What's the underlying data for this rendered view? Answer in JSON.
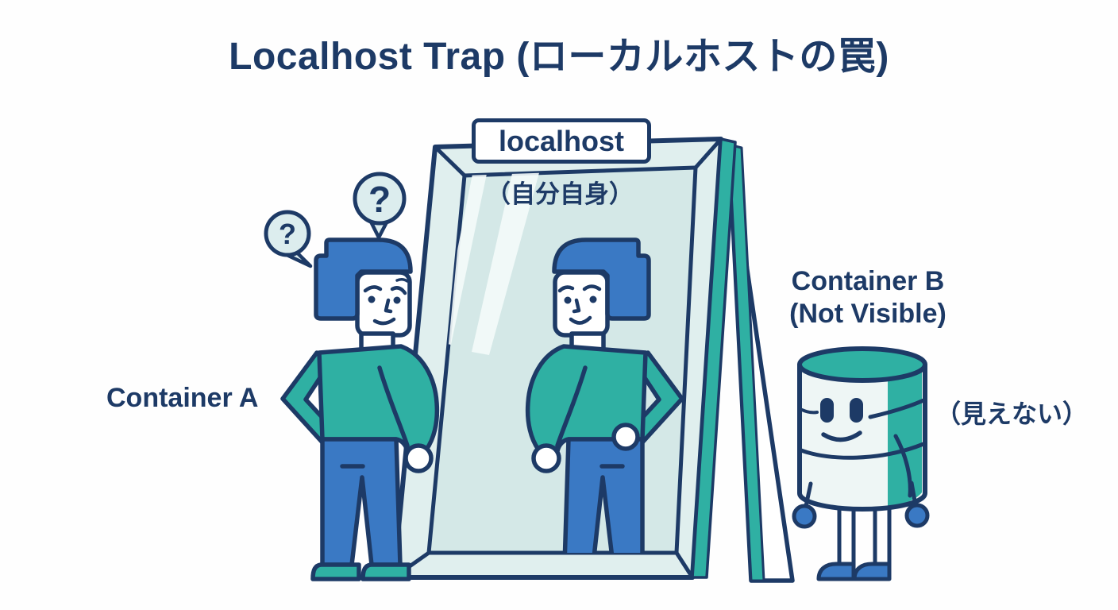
{
  "title": "Localhost Trap (ローカルホストの罠)",
  "mirror": {
    "label": "localhost",
    "inner_caption": "（自分自身）"
  },
  "container_a": {
    "label": "Container A",
    "thought_small": "?",
    "thought_large": "?"
  },
  "container_b": {
    "name": "Container B",
    "status": "(Not Visible)",
    "caption_jp": "（見えない）"
  },
  "palette": {
    "navy": "#1d3a66",
    "blue": "#3a79c4",
    "teal": "#2fb0a3",
    "frame_mint": "#e0efee",
    "glass": "#d4e8e7",
    "bubble_mint": "#dcedee",
    "cylinder_mint": "#eef6f5",
    "background": "#fefefe"
  }
}
